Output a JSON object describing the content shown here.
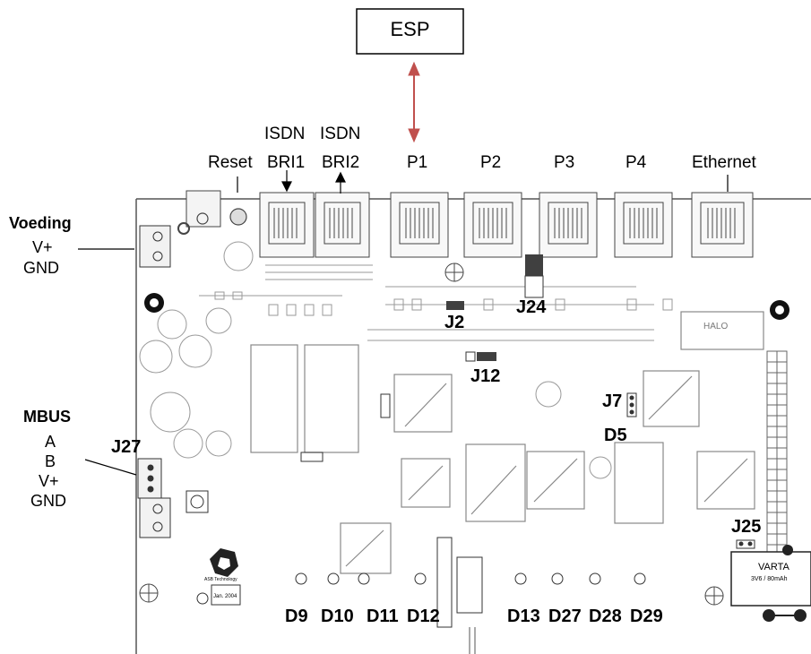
{
  "esp": "ESP",
  "ports": {
    "reset": "Reset",
    "isdn1_top": "ISDN",
    "isdn1_bottom": "BRI1",
    "isdn2_top": "ISDN",
    "isdn2_bottom": "BRI2",
    "p1": "P1",
    "p2": "P2",
    "p3": "P3",
    "p4": "P4",
    "ethernet": "Ethernet"
  },
  "power": {
    "title": "Voeding",
    "lines": [
      "V+",
      "GND"
    ]
  },
  "mbus": {
    "title": "MBUS",
    "lines": [
      "A",
      "B",
      "V+",
      "GND"
    ]
  },
  "jumpers": {
    "j2": "J2",
    "j24": "J24",
    "j12": "J12",
    "j7": "J7",
    "d5": "D5",
    "j27": "J27",
    "j25": "J25"
  },
  "leds": [
    "D9",
    "D10",
    "D11",
    "D12",
    "D13",
    "D27",
    "D28",
    "D29"
  ],
  "board_marks": {
    "vendor": "ASB Technology",
    "date": "Jan. 2004",
    "battery_brand": "VARTA",
    "battery_spec": "3V6 / 80mAh",
    "halo": "HALO"
  },
  "colors": {
    "arrow": "#c0504d",
    "jumper": "#404040",
    "pcb_line": "#b8b8b8"
  }
}
